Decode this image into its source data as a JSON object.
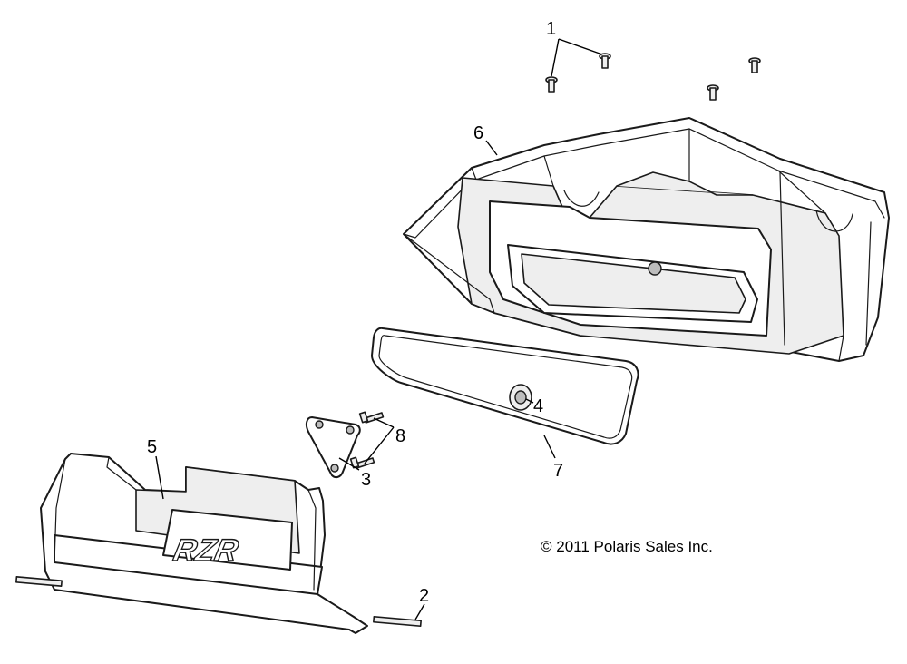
{
  "callouts": {
    "c1": "1",
    "c2": "2",
    "c3": "3",
    "c4": "4",
    "c5": "5",
    "c6": "6",
    "c7": "7",
    "c8": "8"
  },
  "logo_text": "RZR",
  "copyright": "© 2011 Polaris Sales Inc."
}
